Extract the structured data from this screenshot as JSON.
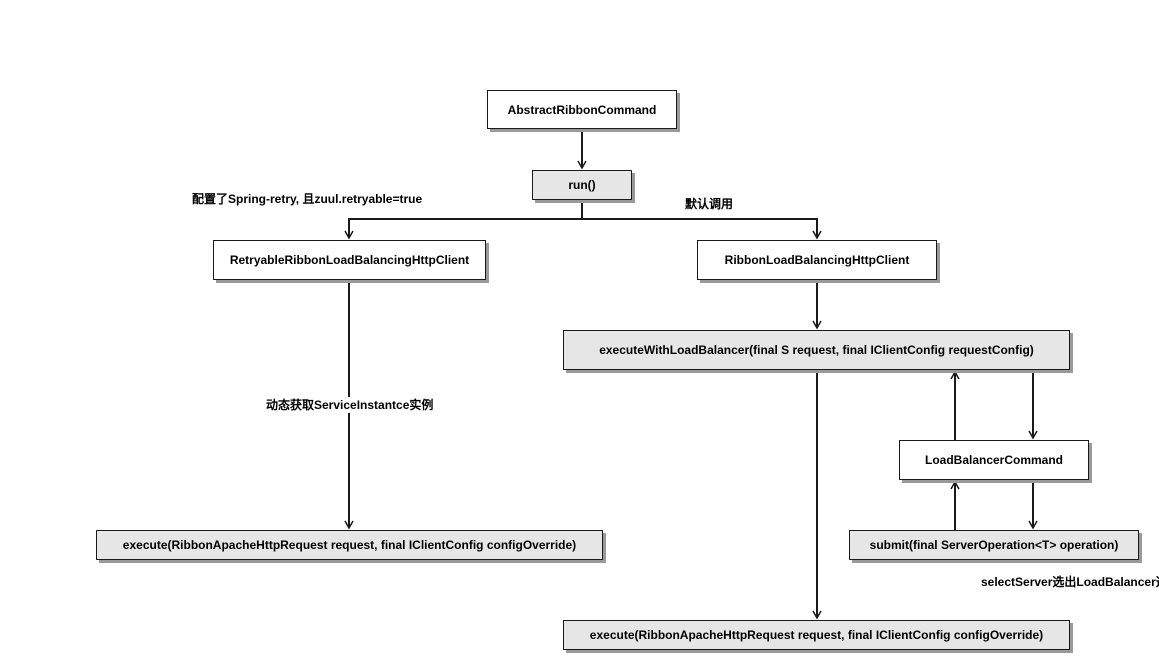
{
  "nodes": {
    "abstract": "AbstractRibbonCommand",
    "run": "run()",
    "retryable_client": "RetryableRibbonLoadBalancingHttpClient",
    "ribbon_client": "RibbonLoadBalancingHttpClient",
    "execute_with_lb": "executeWithLoadBalancer(final S request, final IClientConfig requestConfig)",
    "lb_command": "LoadBalancerCommand",
    "submit": "submit(final ServerOperation<T> operation)",
    "execute_left": "execute(RibbonApacheHttpRequest request, final IClientConfig configOverride)",
    "execute_right": "execute(RibbonApacheHttpRequest request, final IClientConfig configOverride)"
  },
  "labels": {
    "retry_condition": "配置了Spring-retry, 且zuul.retryable=true",
    "default_call": "默认调用",
    "dynamic_instance": "动态获取ServiceInstantce实例",
    "select_server": "selectServer选出LoadBalancer选"
  },
  "edges": [
    {
      "from": "abstract",
      "to": "run"
    },
    {
      "from": "run",
      "to": "retryable_client",
      "label": "retry_condition"
    },
    {
      "from": "run",
      "to": "ribbon_client",
      "label": "default_call"
    },
    {
      "from": "retryable_client",
      "to": "execute_left",
      "label": "dynamic_instance"
    },
    {
      "from": "ribbon_client",
      "to": "execute_with_lb"
    },
    {
      "from": "execute_with_lb",
      "to": "lb_command"
    },
    {
      "from": "lb_command",
      "to": "execute_with_lb"
    },
    {
      "from": "lb_command",
      "to": "submit"
    },
    {
      "from": "submit",
      "to": "lb_command"
    },
    {
      "from": "execute_with_lb",
      "to": "execute_right"
    }
  ],
  "colors": {
    "stroke": "#1a1a1a",
    "shadow": "#9a9a9a",
    "gray_fill": "#e6e6e6",
    "white_fill": "#ffffff"
  }
}
